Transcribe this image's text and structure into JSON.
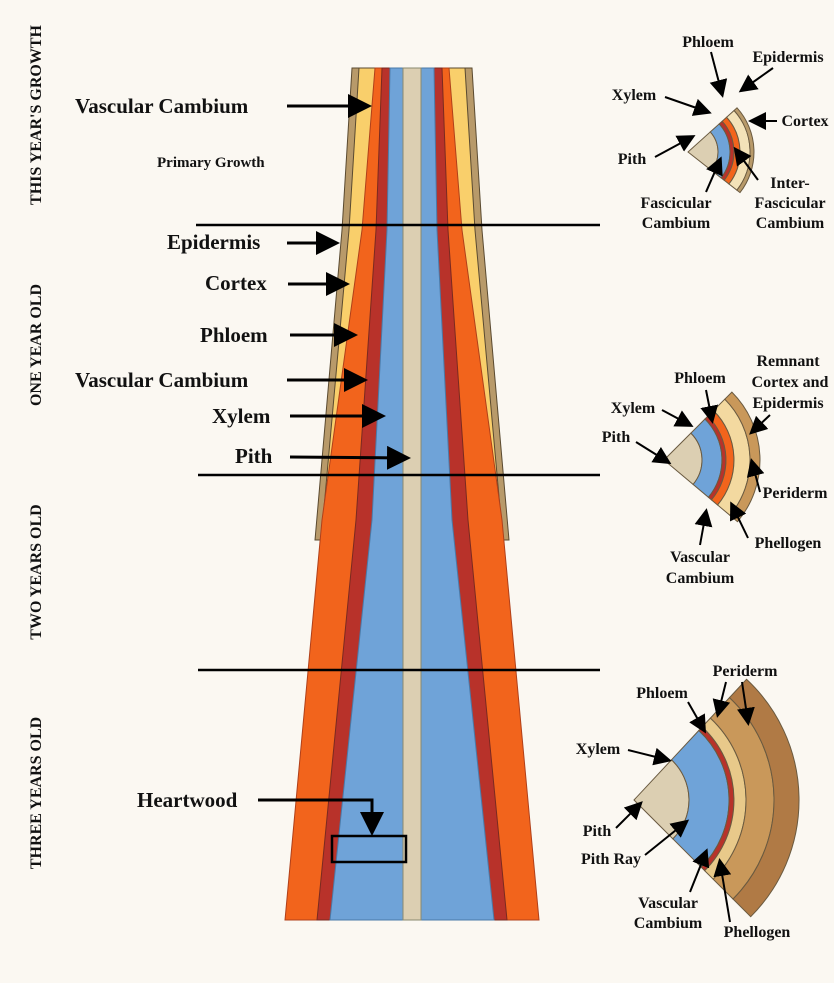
{
  "colors": {
    "background": "#fbf8f2",
    "epidermis": "#b89a6a",
    "cortex": "#f9cf6b",
    "phloem": "#f2641c",
    "cambium": "#b8322a",
    "xylem": "#6fa3d8",
    "pith": "#dccfb2",
    "periderm": "#c9985a"
  },
  "age_labels": [
    "THIS YEAR'S GROWTH",
    "ONE YEAR OLD",
    "TWO YEARS OLD",
    "THREE YEARS OLD"
  ],
  "stem_labels": {
    "vascular_cambium_top": "Vascular Cambium",
    "primary_growth": "Primary Growth",
    "epidermis": "Epidermis",
    "cortex": "Cortex",
    "phloem": "Phloem",
    "vascular_cambium": "Vascular Cambium",
    "xylem": "Xylem",
    "pith": "Pith",
    "heartwood": "Heartwood"
  },
  "section_1": {
    "phloem": "Phloem",
    "epidermis": "Epidermis",
    "xylem": "Xylem",
    "cortex": "Cortex",
    "pith": "Pith",
    "fascicular_cambium": [
      "Fascicular",
      "Cambium"
    ],
    "interfascicular_cambium": [
      "Inter-",
      "Fascicular",
      "Cambium"
    ]
  },
  "section_2": {
    "remnant": [
      "Remnant",
      "Cortex and",
      "Epidermis"
    ],
    "phloem": "Phloem",
    "xylem": "Xylem",
    "pith": "Pith",
    "periderm": "Periderm",
    "phellogen": "Phellogen",
    "vascular_cambium": [
      "Vascular",
      "Cambium"
    ]
  },
  "section_3": {
    "periderm": "Periderm",
    "phloem": "Phloem",
    "xylem": "Xylem",
    "pith": "Pith",
    "pith_ray": "Pith Ray",
    "vascular_cambium": [
      "Vascular",
      "Cambium"
    ],
    "phellogen": "Phellogen"
  }
}
